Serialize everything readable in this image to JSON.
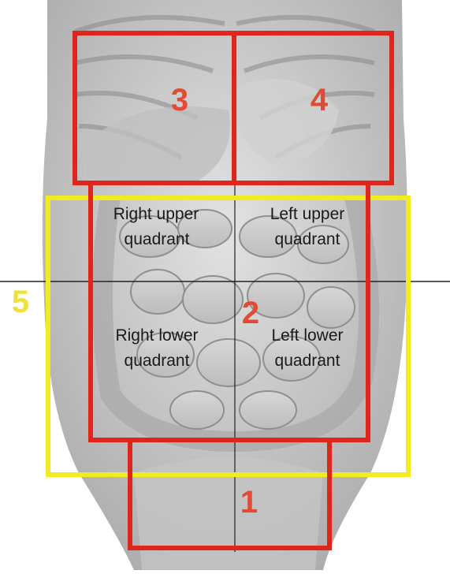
{
  "colors": {
    "red_box": "#e0261a",
    "yellow_box": "#f2ec1e",
    "region_number_red": "#e14a33",
    "region_number_yellow": "#f0e233",
    "axis_line": "#222222",
    "anatomy_gray": "#c9c9c9"
  },
  "regions": {
    "r1": "1",
    "r2": "2",
    "r3": "3",
    "r4": "4",
    "r5": "5"
  },
  "quadrants": {
    "right_upper": {
      "line1": "Right upper",
      "line2": "quadrant"
    },
    "left_upper": {
      "line1": "Left upper",
      "line2": "quadrant"
    },
    "right_lower": {
      "line1": "Right lower",
      "line2": "quadrant"
    },
    "left_lower": {
      "line1": "Left lower",
      "line2": "quadrant"
    }
  },
  "icons": [
    "abdomen-illustration"
  ]
}
